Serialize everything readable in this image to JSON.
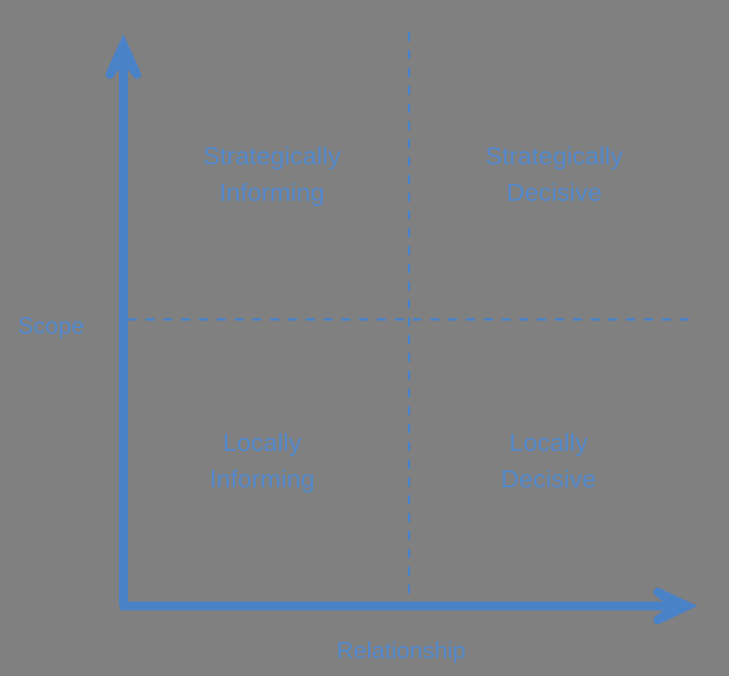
{
  "diagram": {
    "type": "2x2-matrix",
    "background_color": "#808080",
    "accent_color": "#4a82c8",
    "label_color": "#5288cc",
    "axes": {
      "x": {
        "label": "Relationship",
        "icon": "arrow-right-icon",
        "direction": "right"
      },
      "y": {
        "label": "Scope",
        "icon": "arrow-up-icon",
        "direction": "up"
      }
    },
    "dividers": {
      "vertical": "dashed-divider-vertical",
      "horizontal": "dashed-divider-horizontal",
      "style": "dashed"
    },
    "quadrants": [
      {
        "position": "top-left",
        "label": "Strategically\nInforming",
        "line1": "Strategically",
        "line2": "Informing"
      },
      {
        "position": "top-right",
        "label": "Strategically\nDecisive",
        "line1": "Strategically",
        "line2": "Decisive"
      },
      {
        "position": "bottom-left",
        "label": "Locally\nInforming",
        "line1": "Locally",
        "line2": "Informing"
      },
      {
        "position": "bottom-right",
        "label": "Locally\nDecisive",
        "line1": "Locally",
        "line2": "Decisive"
      }
    ]
  }
}
